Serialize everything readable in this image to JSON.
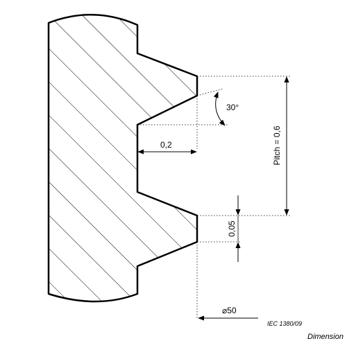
{
  "figure": {
    "labels": {
      "angle": "30°",
      "crest_width": "0,2",
      "pitch": "Pitch = 0,6",
      "depth": "0,05",
      "diameter": "⌀50"
    },
    "reference": "IEC   1380/09",
    "caption": "Dimension"
  }
}
